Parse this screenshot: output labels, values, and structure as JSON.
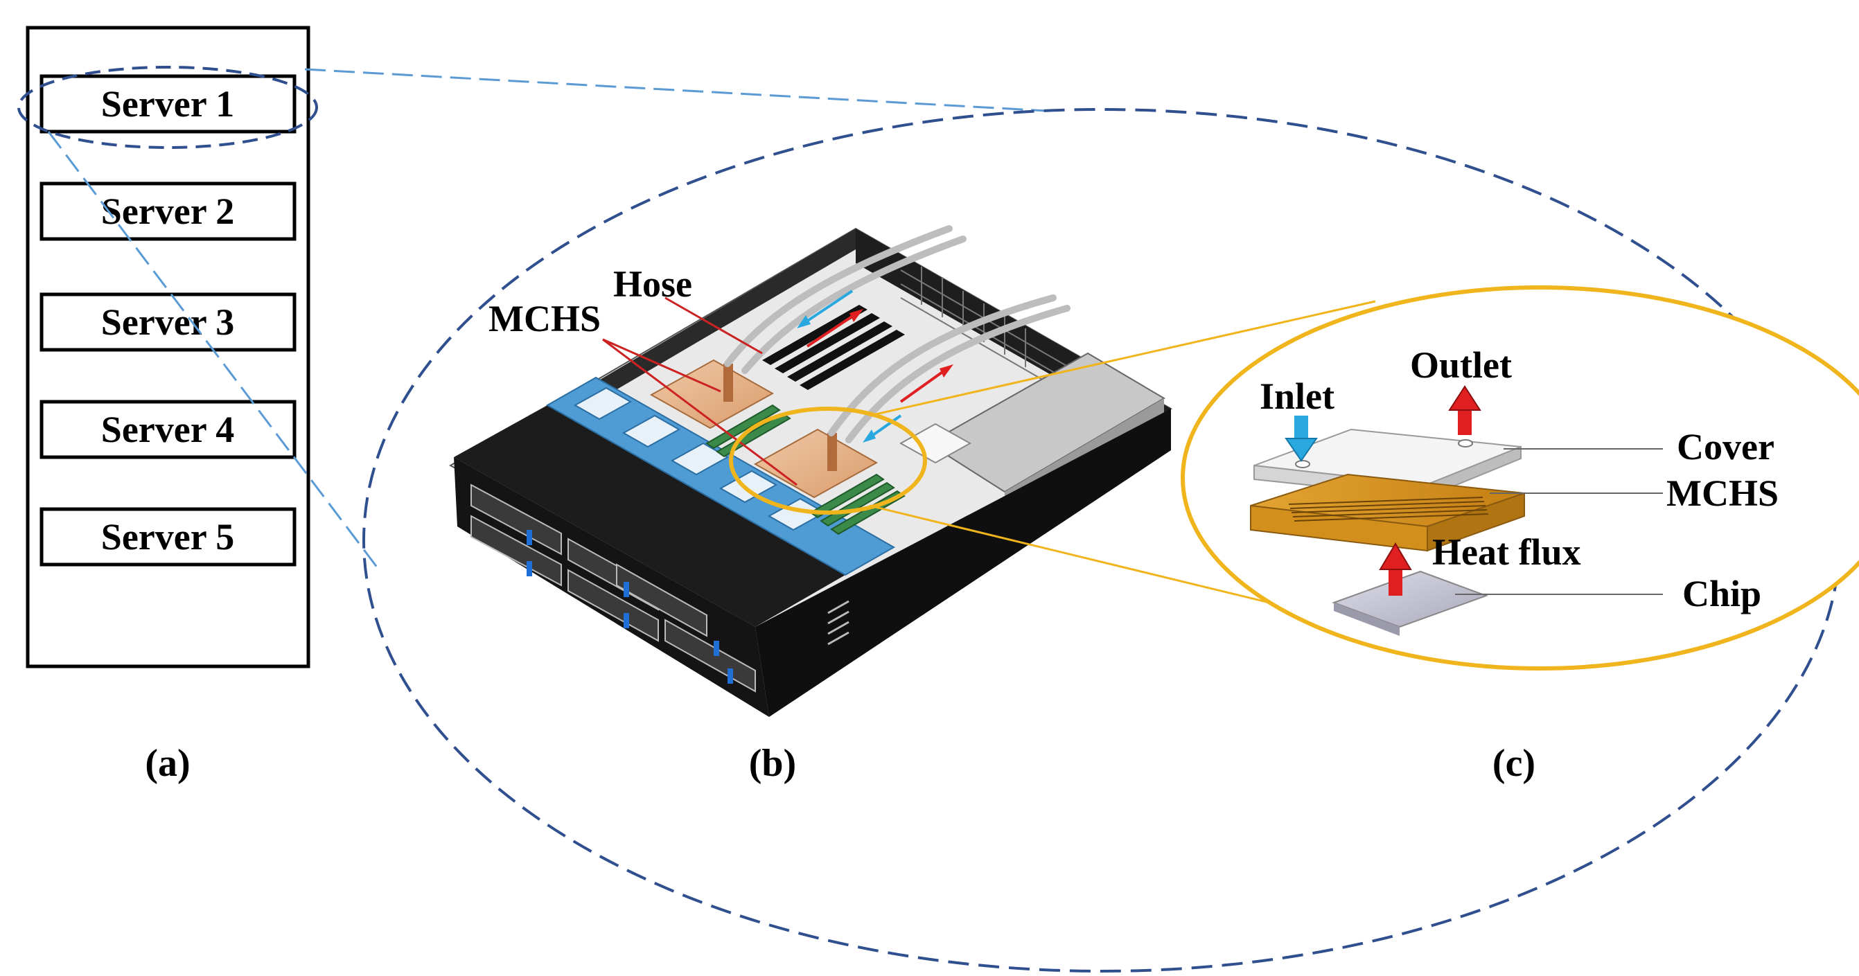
{
  "rack": {
    "servers": [
      "Server 1",
      "Server 2",
      "Server 3",
      "Server 4",
      "Server 5"
    ]
  },
  "server_view": {
    "labels": {
      "hose": "Hose",
      "mchs": "MCHS"
    }
  },
  "detail_view": {
    "labels": {
      "inlet": "Inlet",
      "outlet": "Outlet",
      "cover": "Cover",
      "mchs": "MCHS",
      "heat_flux": "Heat flux",
      "chip": "Chip"
    }
  },
  "panels": {
    "a": "(a)",
    "b": "(b)",
    "c": "(c)"
  },
  "colors": {
    "dashed_ellipse": "#2f4f8f",
    "leader_light": "#5b9bd5",
    "zoom_ellipse": "#f0b41c",
    "red_leader": "#cc2222",
    "arrow_red": "#e02020",
    "arrow_blue": "#29a8e0"
  }
}
